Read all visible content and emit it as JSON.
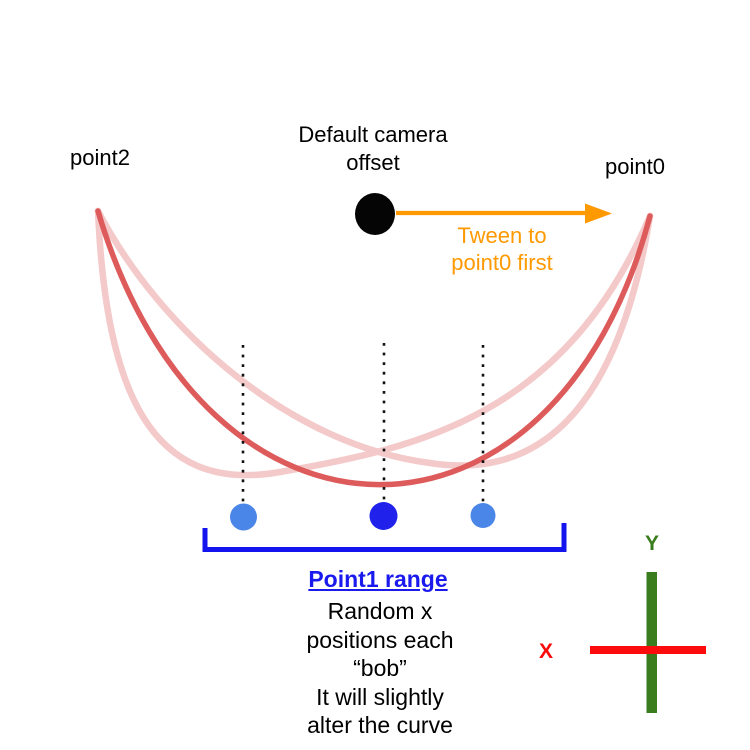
{
  "diagram": {
    "point2_label": "point2",
    "point0_label": "point0",
    "camera_offset_label": "Default camera\noffset",
    "tween_label": "Tween to\npoint0 first",
    "range_label": "Point1 range",
    "range_description": "Random x\npositions each\n“bob”\nIt will slightly\nalter the curve",
    "x_axis_label": "X",
    "y_axis_label": "Y"
  },
  "colors": {
    "curve_primary": "#dd5b5b",
    "curve_variant": "#f4c9c9",
    "dotted_guide": "#111111",
    "dot_center_blue": "#2121ec",
    "dot_side_blue": "#4a86e8",
    "bracket_blue": "#1414ee",
    "range_text_blue": "#1a1aee",
    "arrow_orange": "#ff9900",
    "axis_green": "#3a7d1e",
    "axis_red": "#fb0b0b",
    "camera_dot_black": "#050505"
  }
}
